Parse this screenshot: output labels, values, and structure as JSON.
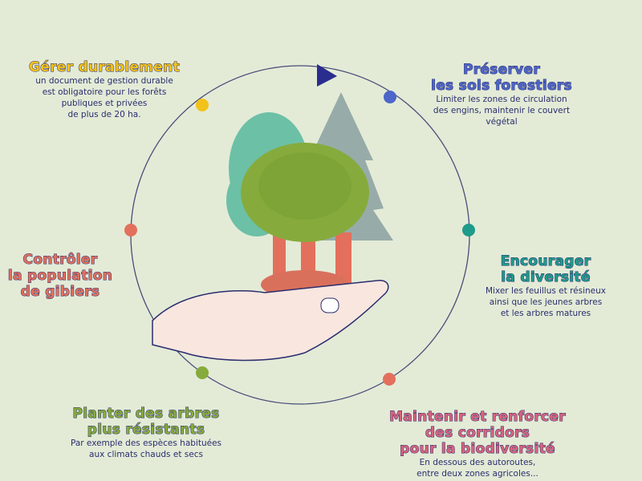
{
  "colors": {
    "background": "#e3ebd7",
    "text": "#2b2d6e",
    "yellow": "#f2c21b",
    "blue": "#4e66c9",
    "teal": "#1e9b8a",
    "pink": "#d9647c",
    "green": "#86ab3c",
    "salmon": "#e2705c"
  },
  "items": [
    {
      "title": [
        "Gérer durablement"
      ],
      "text": [
        "un document de gestion durable",
        "est obligatoire pour les forêts",
        "publiques et privées",
        "de plus de 20 ha."
      ]
    },
    {
      "title": [
        "Préserver",
        "les sols forestiers"
      ],
      "text": [
        "Limiter les zones de circulation",
        "des engins, maintenir le couvert",
        "végétal"
      ]
    },
    {
      "title": [
        "Encourager",
        "la diversité"
      ],
      "text": [
        "Mixer les feuillus et résineux",
        "ainsi que les jeunes arbres",
        "et les arbres matures"
      ]
    },
    {
      "title": [
        "Maintenir et renforcer",
        "des corridors",
        "pour la biodiversité"
      ],
      "text": [
        "En dessous  des autoroutes,",
        "entre deux zones agricoles..."
      ]
    },
    {
      "title": [
        "Planter des arbres",
        "plus résistants"
      ],
      "text": [
        "Par exemple des espèces habituées",
        "aux climats chauds et secs"
      ]
    },
    {
      "title": [
        "Contrôler",
        "la population",
        "de gibiers"
      ],
      "text": []
    }
  ]
}
